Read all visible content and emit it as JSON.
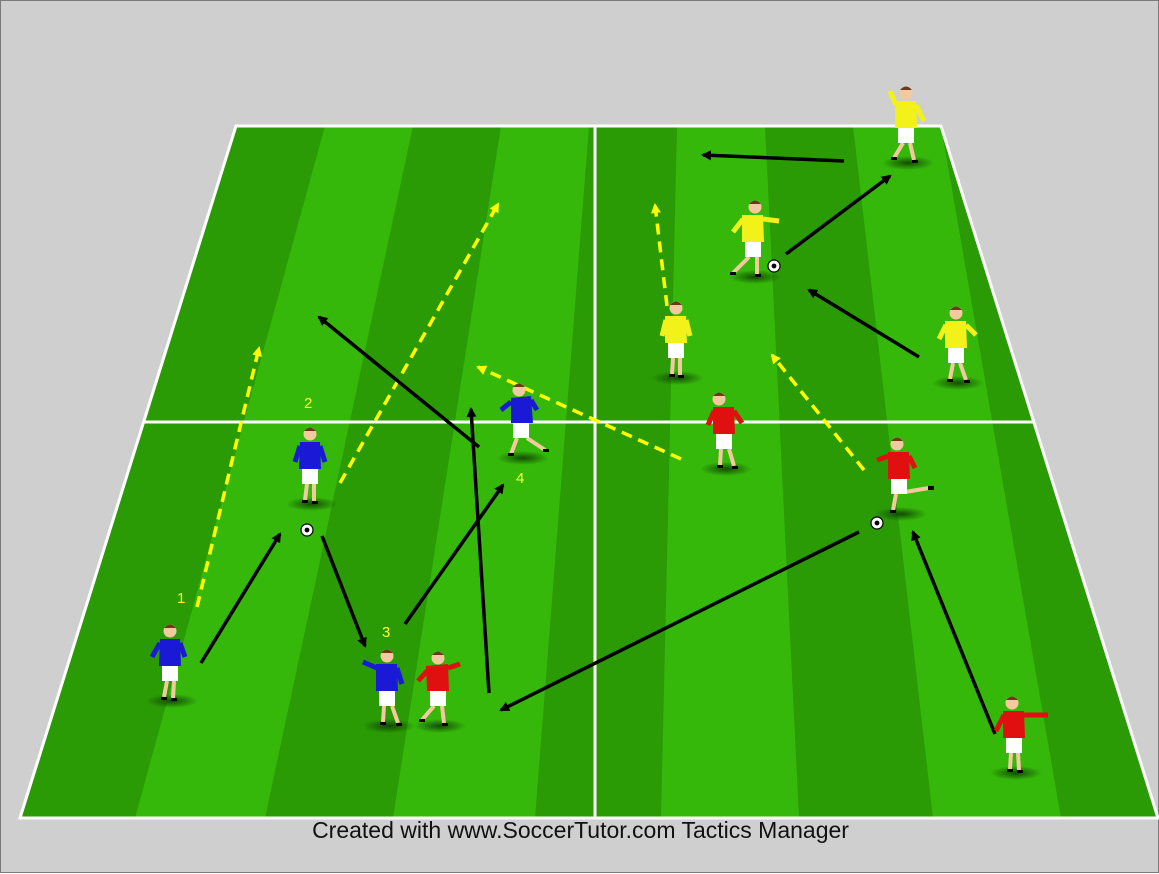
{
  "caption": "Created with www.SoccerTutor.com Tactics Manager",
  "colors": {
    "background": "#cfcfcf",
    "pitch_dark": "#2a9a05",
    "pitch_light": "#35b80a",
    "pitch_lines": "#ffffff",
    "team_blue": "#1a1ad6",
    "team_red": "#e01010",
    "team_yellow": "#f2f21a",
    "shorts": "#ffffff",
    "pass_arrow": "#000000",
    "run_arrow": "#ffff00",
    "number_labels": "#ffff33"
  },
  "legend_semantics": {
    "solid_black_arrow": "pass",
    "dashed_yellow_arrow": "player run"
  },
  "sequence_labels": [
    "1",
    "2",
    "3",
    "4"
  ],
  "teams": {
    "blue": {
      "players": 4
    },
    "red": {
      "players": 4
    },
    "yellow": {
      "players": 4
    }
  },
  "balls": 3
}
